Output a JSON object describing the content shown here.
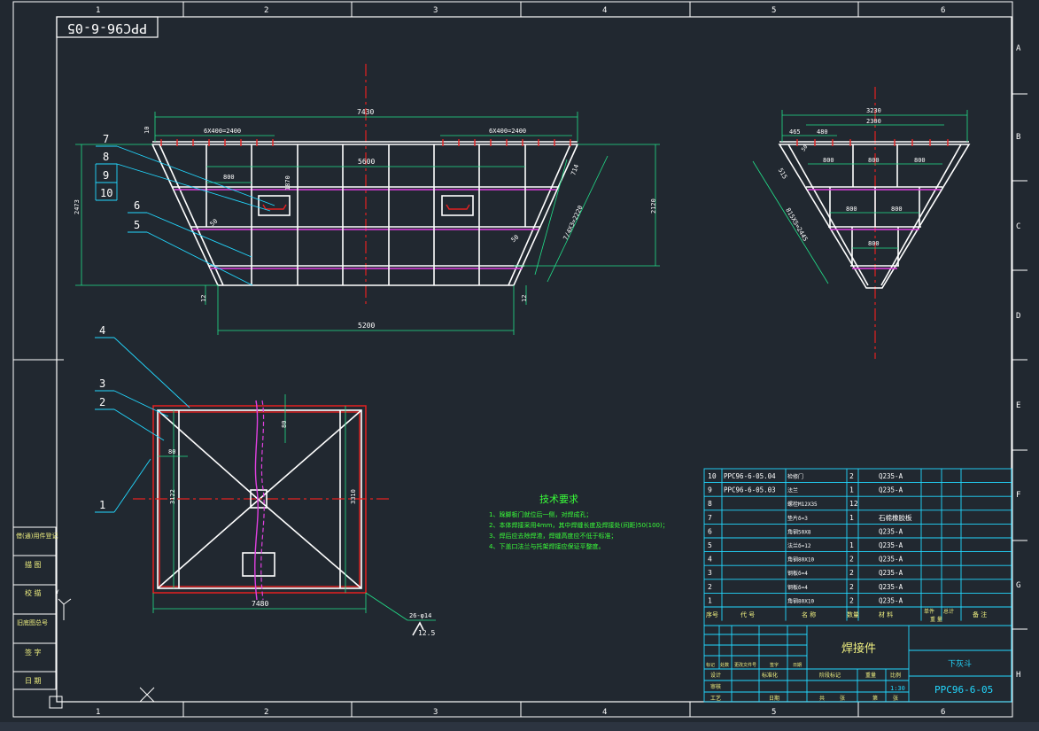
{
  "drawing": {
    "mirrored_code": "PPC96-6-05",
    "border_columns": [
      "1",
      "2",
      "3",
      "4",
      "5",
      "6"
    ],
    "border_rows": [
      "A",
      "B",
      "C",
      "D",
      "E",
      "F",
      "G",
      "H"
    ]
  },
  "front_view": {
    "overall_width": "7430",
    "left_spacing": "6X400=2400",
    "right_spacing": "6X400=2400",
    "top_flange": "10",
    "inner_span": "5600",
    "panel_800": "800",
    "height_1870": "1870",
    "height_2473": "2473",
    "height_2120": "2120",
    "dim_714": "714",
    "slope": "7/4X3=2220",
    "dim_50a": "50",
    "dim_50b": "50",
    "dim_12a": "12",
    "dim_12b": "12",
    "bottom_width": "5200",
    "balloons": [
      "7",
      "8",
      "9",
      "10",
      "6",
      "5"
    ]
  },
  "side_view": {
    "overall": "3230",
    "inner": "2300",
    "dim_465": "465",
    "dim_480": "480",
    "dim_a": "50",
    "dim_515": "515",
    "row1": [
      "800",
      "800",
      "800"
    ],
    "row2": [
      "800",
      "800"
    ],
    "row3": "800",
    "slope": "815X5=2445"
  },
  "plan_view": {
    "balloons": [
      "4",
      "3",
      "2",
      "1"
    ],
    "dim_80a": "80",
    "dim_80b": "80",
    "height_left": "3122",
    "height_right": "3310",
    "width": "7480",
    "weld_note": "26-φ14",
    "roughness": "12.5"
  },
  "tech_requirements": {
    "title": "技术要求",
    "items": [
      "1、跺脚板门就位后一侧，对焊成孔；",
      "2、本体焊接采用4mm，其中焊缝长度及焊接处(间距)50(100)；",
      "3、焊后应去除焊渣，焊缝高度应不低于标准；",
      "4、下盖口法兰与托架焊接应保证平整度。"
    ]
  },
  "bom": {
    "headers": [
      "序号",
      "代  号",
      "名  称",
      "数量",
      "材  料",
      "单件",
      "总计",
      "备  注"
    ],
    "header_sub": "重 量",
    "rows": [
      {
        "no": "10",
        "code": "PPC96-6-05.04",
        "name": "检修门",
        "qty": "2",
        "mat": "Q235-A"
      },
      {
        "no": "9",
        "code": "PPC96-6-05.03",
        "name": "法兰",
        "qty": "1",
        "mat": "Q235-A"
      },
      {
        "no": "8",
        "code": "",
        "name": "螺栓M12X35",
        "qty": "12",
        "mat": ""
      },
      {
        "no": "7",
        "code": "",
        "name": "垫片δ=3",
        "qty": "1",
        "mat": "石棉橡胶板"
      },
      {
        "no": "6",
        "code": "",
        "name": "角钢50X8",
        "qty": "",
        "mat": "Q235-A"
      },
      {
        "no": "5",
        "code": "",
        "name": "法兰δ=12",
        "qty": "1",
        "mat": "Q235-A"
      },
      {
        "no": "4",
        "code": "",
        "name": "角钢80X10",
        "qty": "2",
        "mat": "Q235-A"
      },
      {
        "no": "3",
        "code": "",
        "name": "钢板δ=4",
        "qty": "2",
        "mat": "Q235-A"
      },
      {
        "no": "2",
        "code": "",
        "name": "钢板δ=4",
        "qty": "2",
        "mat": "Q235-A"
      },
      {
        "no": "1",
        "code": "",
        "name": "角钢80X10",
        "qty": "2",
        "mat": "Q235-A"
      }
    ]
  },
  "title_block": {
    "part_name": "焊接件",
    "assembly": "下灰斗",
    "drawing_no": "PPC96-6-05",
    "scale": "1:30",
    "labels": [
      "标记",
      "处数",
      "更改文件号",
      "签字",
      "日期",
      "设计",
      "标准化",
      "审核",
      "工艺",
      "日期",
      "阶段标记",
      "重量",
      "比例",
      "共",
      "张",
      "第",
      "张"
    ]
  },
  "side_stamp": [
    "借(通)用件登记",
    "描 图",
    "校 描",
    "旧底图总号",
    "签 字",
    "日 期"
  ],
  "coords": {
    "y_axis": "Y"
  }
}
